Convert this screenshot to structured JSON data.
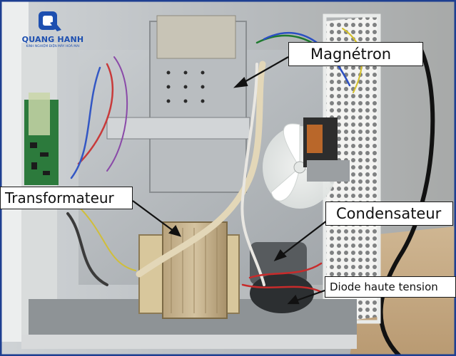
{
  "brand": {
    "name": "QUANG HANH",
    "tagline": "KINH NGHIỆM ĐIỆN MÁY HOÀ MAI",
    "color": "#1d4fb0"
  },
  "labels": {
    "magnetron": "Magnétron",
    "transformateur": "Transformateur",
    "condensateur": "Condensateur",
    "diode": "Diode haute tension"
  },
  "colors": {
    "callout_bg": "#ffffff",
    "callout_text": "#111111",
    "arrow": "#111111",
    "frame_border": "#1e3f91"
  }
}
